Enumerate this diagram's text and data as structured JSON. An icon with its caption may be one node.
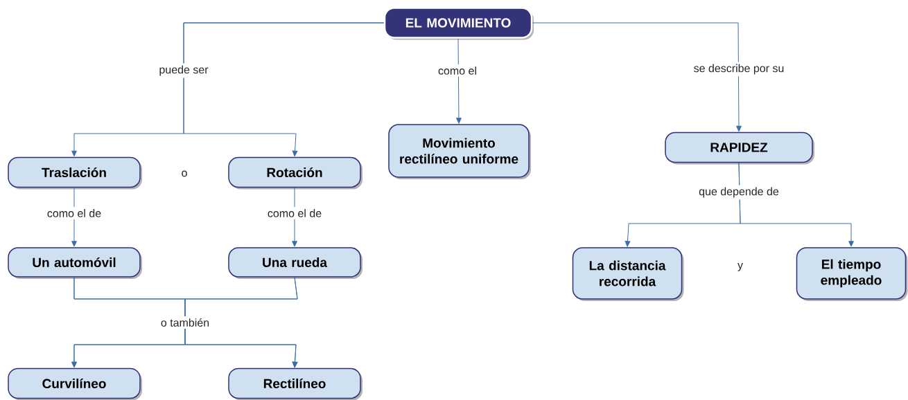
{
  "diagram": {
    "nodes": [
      {
        "text": [
          "EL MOVIMIENTO"
        ]
      },
      {
        "text": [
          "Traslación"
        ]
      },
      {
        "text": [
          "Rotación"
        ]
      },
      {
        "text": [
          "Movimiento rectilíneo uniforme"
        ]
      },
      {
        "text": [
          "RAPIDEZ"
        ]
      },
      {
        "text": [
          "Un automóvil"
        ]
      },
      {
        "text": [
          "Una rueda"
        ]
      },
      {
        "text": [
          "La distancia recorrida"
        ]
      },
      {
        "text": [
          "El tiempo empleado"
        ]
      },
      {
        "text": [
          "Curvilíneo"
        ]
      },
      {
        "text": [
          "Rectilíneo"
        ]
      }
    ],
    "edges": [
      {
        "from": 0,
        "to": 1,
        "arrow": "to",
        "label": "puede ser"
      },
      {
        "from": 0,
        "to": 2,
        "arrow": "to"
      },
      {
        "from": 0,
        "to": 3,
        "arrow": "to",
        "label": "como el"
      },
      {
        "from": 0,
        "to": 4,
        "arrow": "to",
        "label": "se describe por su"
      },
      {
        "from": 1,
        "to": 5,
        "arrow": "to",
        "label": "como el de"
      },
      {
        "from": 2,
        "to": 6,
        "arrow": "to",
        "label": "como el de"
      },
      {
        "from": 4,
        "to": 7,
        "arrow": "to",
        "label": "que depende de"
      },
      {
        "from": 4,
        "to": 8,
        "arrow": "to"
      },
      {
        "from": 5,
        "to": 9,
        "arrow": "to",
        "label": "o también"
      },
      {
        "from": 5,
        "to": 10,
        "arrow": "to"
      },
      {
        "from": 6,
        "to": 9,
        "arrow": "to"
      },
      {
        "from": 6,
        "to": 10,
        "arrow": "to"
      }
    ],
    "labels": [
      "o",
      "y"
    ]
  }
}
